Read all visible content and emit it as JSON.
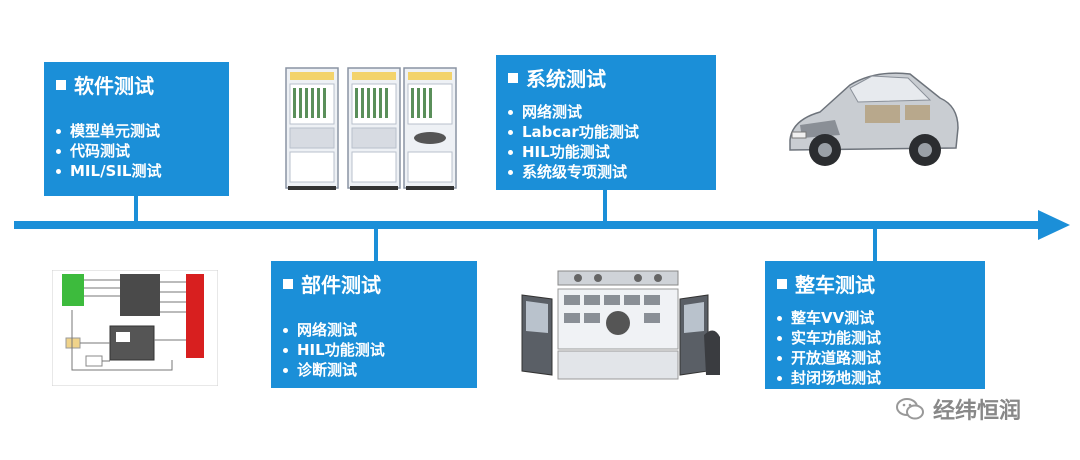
{
  "stages": [
    {
      "id": "software",
      "title": "软件测试",
      "items": [
        "模型单元测试",
        "代码测试",
        "MIL/SIL测试"
      ]
    },
    {
      "id": "system",
      "title": "系统测试",
      "items": [
        "网络测试",
        "Labcar功能测试",
        "HIL功能测试",
        "系统级专项测试"
      ]
    },
    {
      "id": "component",
      "title": "部件测试",
      "items": [
        "网络测试",
        "HIL功能测试",
        "诊断测试"
      ]
    },
    {
      "id": "vehicle",
      "title": "整车测试",
      "items": [
        "整车VV测试",
        "实车功能测试",
        "开放道路测试",
        "封闭场地测试"
      ]
    }
  ],
  "images": {
    "cabinets": "hil-test-cabinets-icon",
    "car": "car-cutaway-icon",
    "block_diagram": "block-diagram-icon",
    "test_bench": "vehicle-test-bench-icon"
  },
  "watermark": "经纬恒润",
  "colors": {
    "accent": "#1b8fd8"
  }
}
